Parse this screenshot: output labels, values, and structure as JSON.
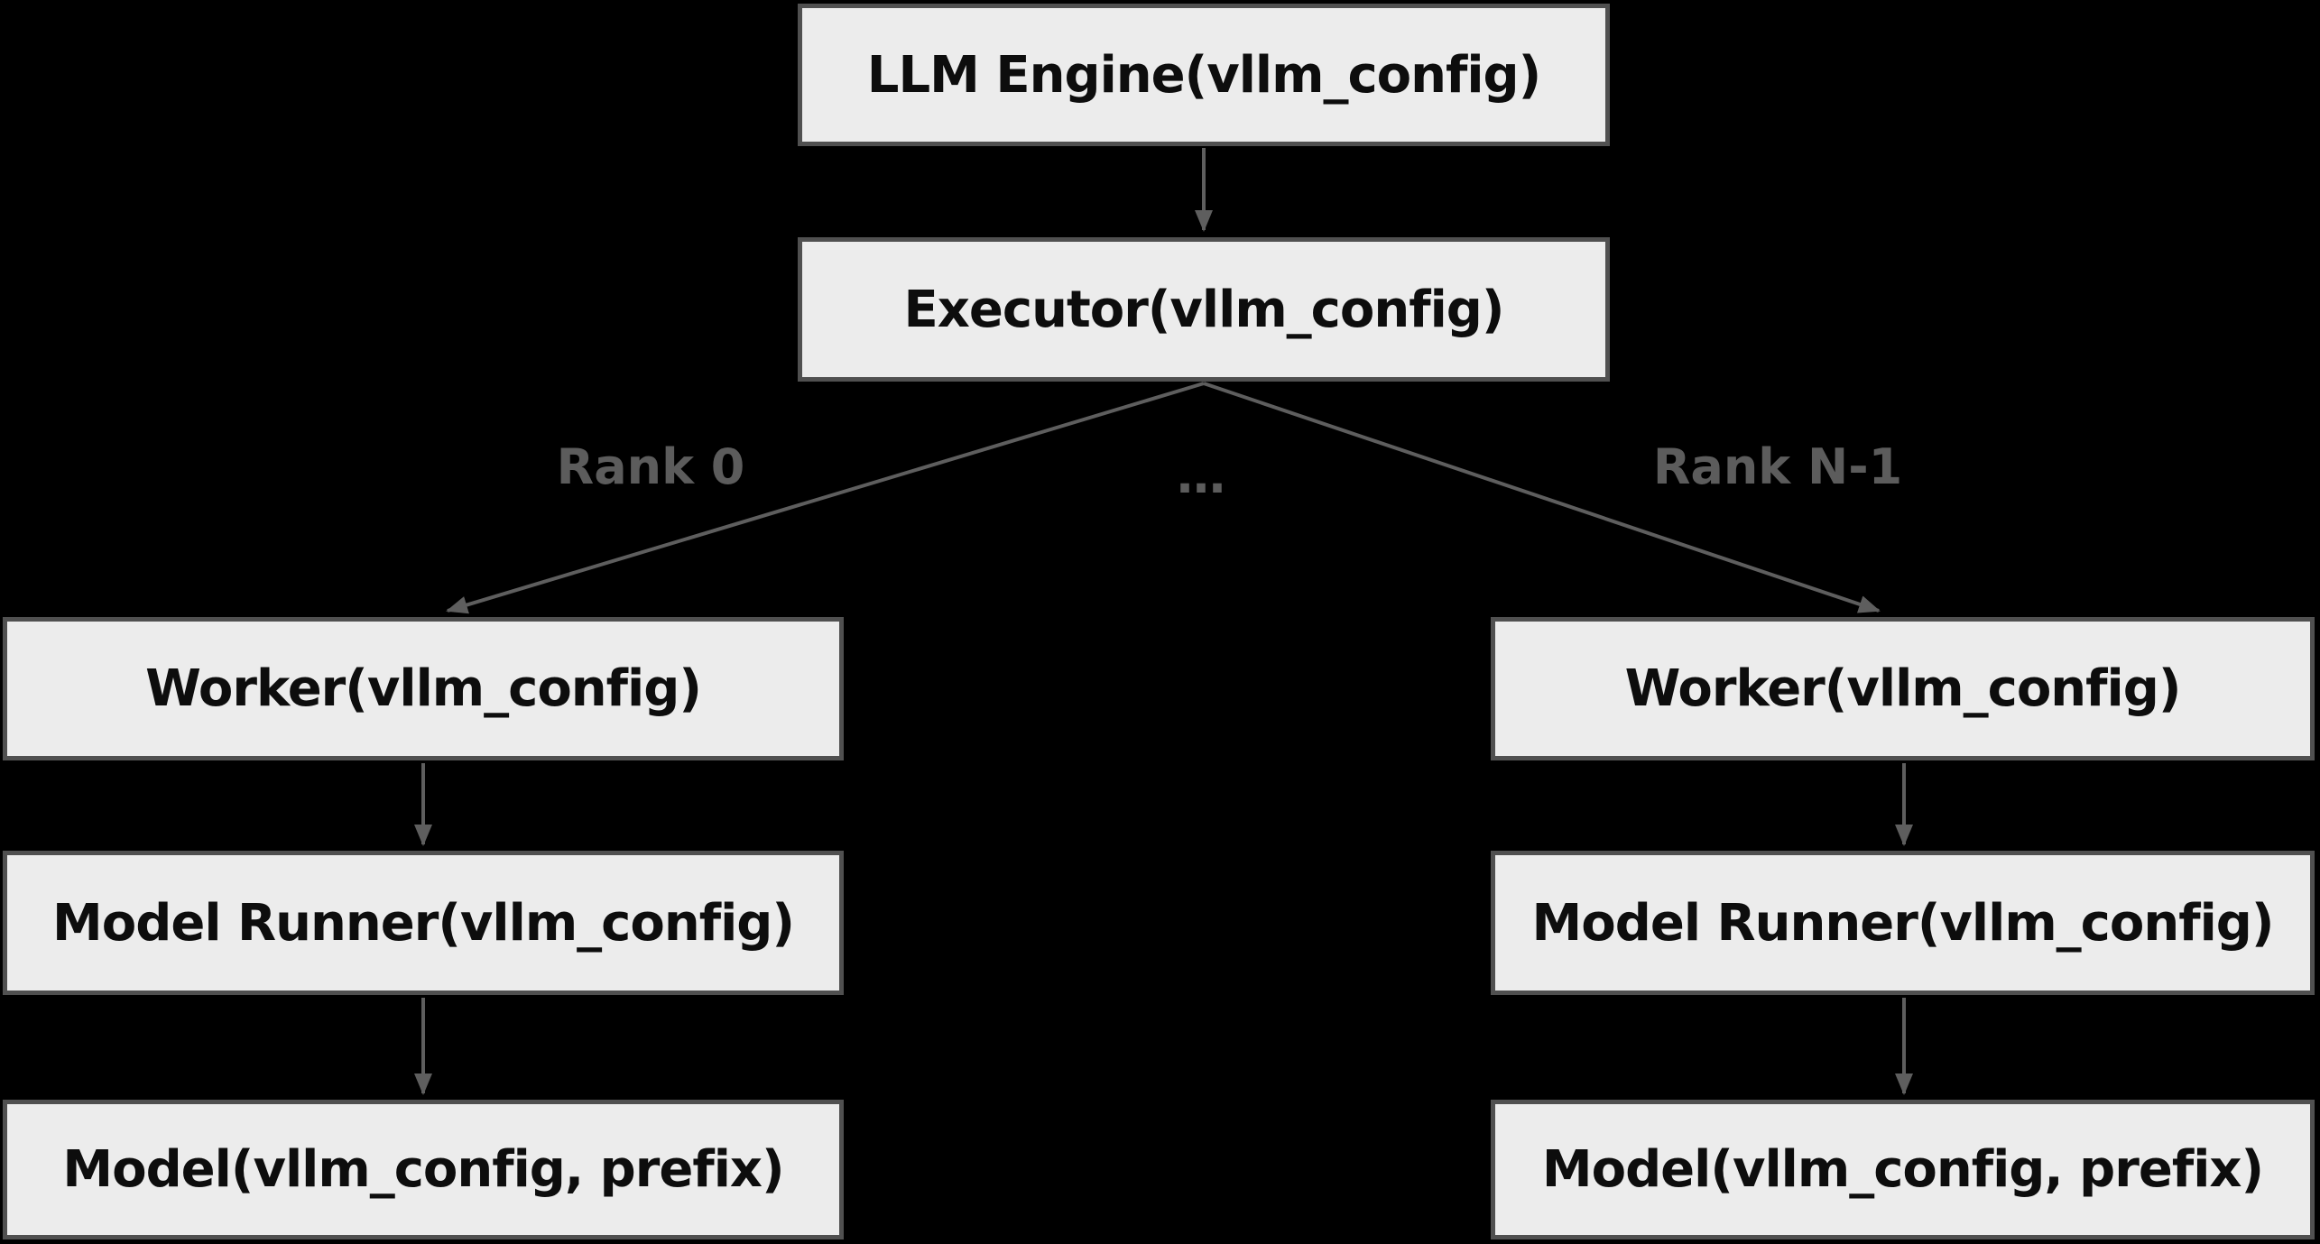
{
  "diagram_title": "LLM Engine / Executor / Worker architecture",
  "colors": {
    "background": "#000000",
    "box_fill": "#ececec",
    "box_border": "#505050",
    "box_text": "#0d0d0d",
    "edge": "#5e5e5e",
    "edge_label": "#5c5c5c"
  },
  "nodes": {
    "llm_engine": "LLM Engine(vllm_config)",
    "executor": "Executor(vllm_config)",
    "worker_rank0": "Worker(vllm_config)",
    "model_runner_rank0": "Model Runner(vllm_config)",
    "model_rank0": "Model(vllm_config, prefix)",
    "worker_rankN": "Worker(vllm_config)",
    "model_runner_rankN": "Model Runner(vllm_config)",
    "model_rankN": "Model(vllm_config, prefix)"
  },
  "edge_labels": {
    "rank0": "Rank 0",
    "ellipsis": "…",
    "rank_n1": "Rank N-1"
  }
}
